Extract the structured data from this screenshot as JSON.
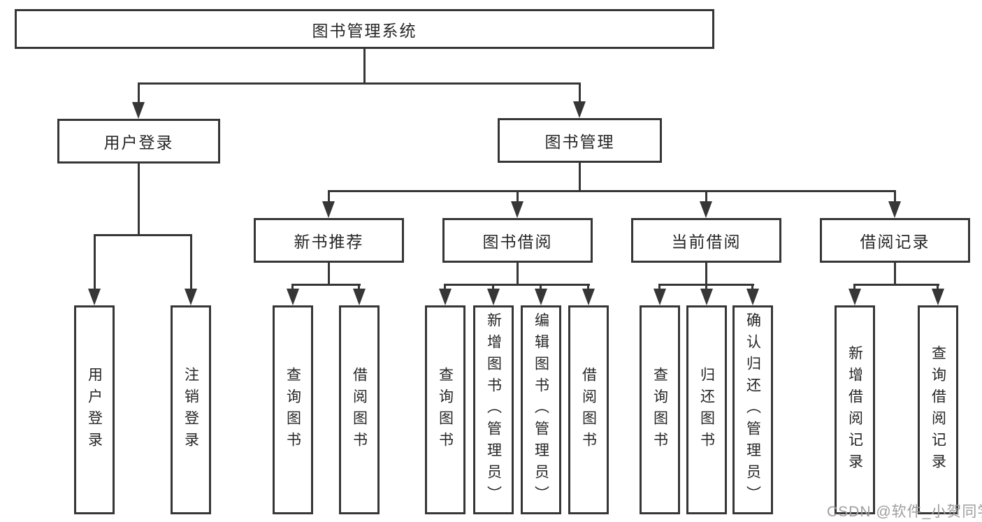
{
  "diagram": {
    "title_node": {
      "label": "图书管理系统"
    },
    "level2": [
      {
        "label": "用户登录"
      },
      {
        "label": "图书管理"
      }
    ],
    "level3": [
      {
        "label": "新书推荐"
      },
      {
        "label": "图书借阅"
      },
      {
        "label": "当前借阅"
      },
      {
        "label": "借阅记录"
      }
    ],
    "leaves": {
      "user_login": [
        {
          "label": "用户登录"
        },
        {
          "label": "注销登录"
        }
      ],
      "new_books": [
        {
          "label": "查询图书"
        },
        {
          "label": "借阅图书"
        }
      ],
      "book_borrow": [
        {
          "label": "查询图书"
        },
        {
          "label": "新增图书（管理员）"
        },
        {
          "label": "编辑图书（管理员）"
        },
        {
          "label": "借阅图书"
        }
      ],
      "current_borrow": [
        {
          "label": "查询图书"
        },
        {
          "label": "归还图书"
        },
        {
          "label": "确认归还（管理员）"
        }
      ],
      "borrow_records": [
        {
          "label": "新增借阅记录"
        },
        {
          "label": "查询借阅记录"
        }
      ]
    },
    "colors": {
      "line": "#363636",
      "text": "#262626",
      "watermark": "#9e9e9e",
      "background": "#ffffff"
    }
  },
  "watermark": {
    "text": "CSDN @软件_小贺同学"
  }
}
